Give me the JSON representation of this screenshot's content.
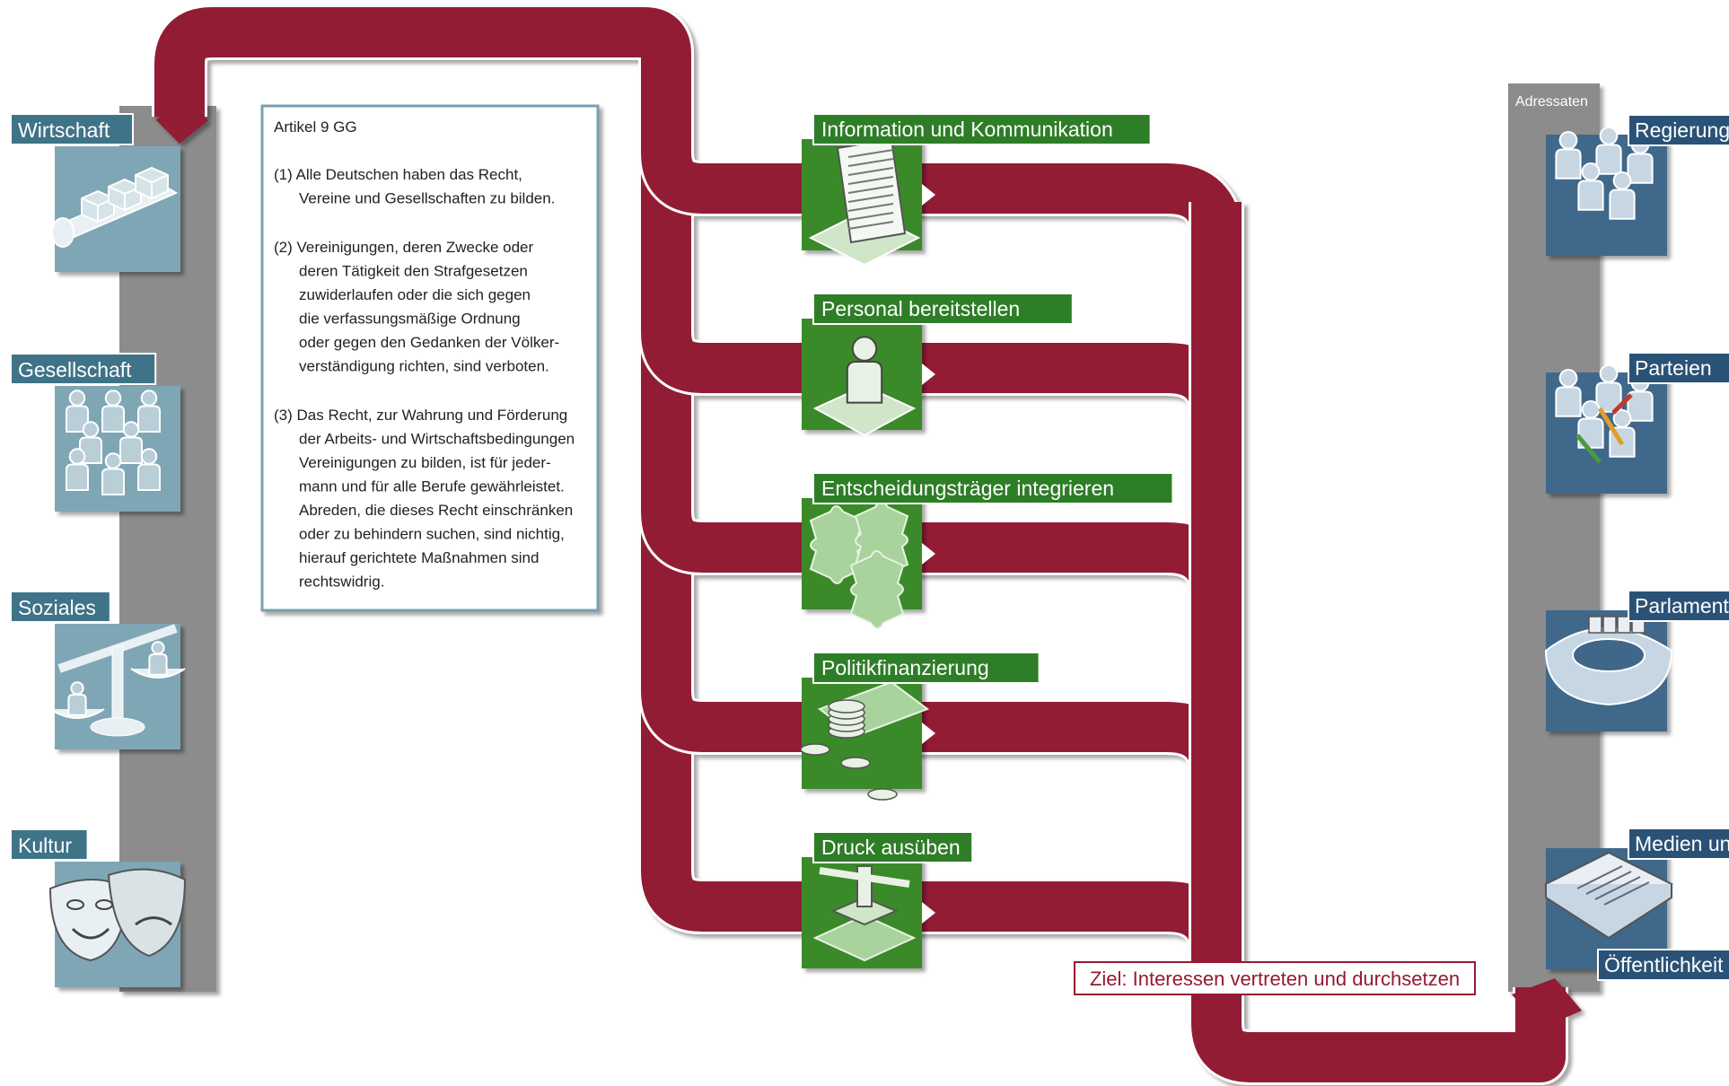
{
  "colors": {
    "flow": "#931a34",
    "flow_edge": "#ffffff",
    "gray_bar": "#8c8c8c",
    "source_tile": "#7fa6b5",
    "source_label": "#3f7388",
    "function_tile": "#3b8a2c",
    "function_label": "#2e7d27",
    "target_tile": "#3f678a",
    "target_label": "#2a5276",
    "article_border": "#7a9fb0",
    "goal_text": "#931a34"
  },
  "sources": [
    {
      "label": "Wirtschaft",
      "icon": "conveyor-belt-icon"
    },
    {
      "label": "Gesellschaft",
      "icon": "people-group-icon"
    },
    {
      "label": "Soziales",
      "icon": "scales-icon"
    },
    {
      "label": "Kultur",
      "icon": "theater-masks-icon"
    }
  ],
  "article": {
    "title": "Artikel 9 GG",
    "paragraphs": [
      "(1) Alle Deutschen haben das Recht,\nVereine und Gesellschaften zu bilden.",
      "(2) Vereinigungen, deren Zwecke oder\nderen Tätigkeit den Strafgesetzen\nzuwiderlaufen oder die sich gegen\ndie verfassungsmäßige Ordnung\noder gegen den Gedanken der Völker-\nverständigung richten, sind verboten.",
      "(3) Das Recht, zur Wahrung und Förderung\nder Arbeits- und Wirtschaftsbedingungen\nVereinigungen zu bilden, ist für jeder-\nmann und für alle Berufe gewährleistet.\nAbreden, die dieses Recht einschränken\noder zu behindern suchen, sind nichtig,\nhierauf gerichtete Maßnahmen sind\nrechtswidrig."
    ]
  },
  "functions": [
    {
      "label": "Information und Kommunikation",
      "icon": "documents-icon"
    },
    {
      "label": "Personal bereitstellen",
      "icon": "person-icon"
    },
    {
      "label": "Entscheidungsträger integrieren",
      "icon": "puzzle-icon"
    },
    {
      "label": "Politikfinanzierung",
      "icon": "money-icon"
    },
    {
      "label": "Druck ausüben",
      "icon": "press-icon"
    }
  ],
  "goal": "Ziel: Interessen vertreten und durchsetzen",
  "targets_header": "Adressaten",
  "targets": [
    {
      "label": "Regierung",
      "label2": "",
      "icon": "government-people-icon"
    },
    {
      "label": "Parteien",
      "label2": "",
      "icon": "party-people-icon"
    },
    {
      "label": "Parlamente",
      "label2": "",
      "icon": "parliament-icon"
    },
    {
      "label": "Medien und",
      "label2": "Öffentlichkeit",
      "icon": "newspaper-icon"
    }
  ]
}
